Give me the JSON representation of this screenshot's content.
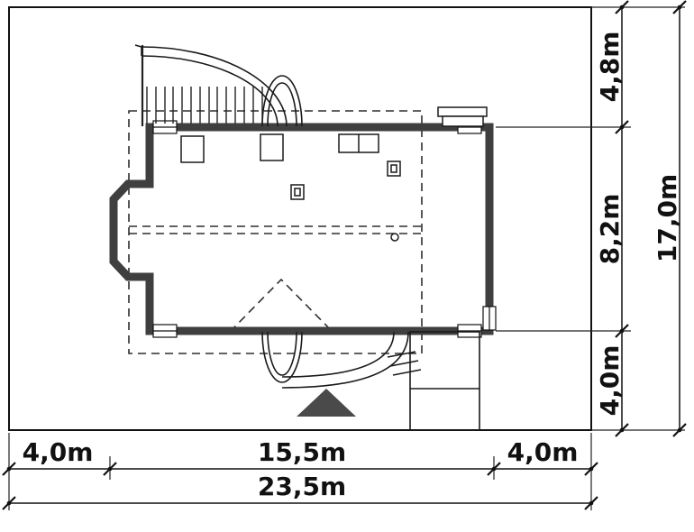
{
  "labels": {
    "bottom": {
      "left_setback": "4,0m",
      "building_width": "15,5m",
      "right_setback": "4,0m",
      "total_width": "23,5m"
    },
    "right": {
      "top_setback": "4,8m",
      "building_depth": "8,2m",
      "bottom_setback": "4,0m",
      "total_depth": "17,0m"
    }
  },
  "colors": {
    "background": "#ffffff",
    "wall": "#3f3f3f",
    "line": "#1a1a1a",
    "marker_fill": "#4a4a4a"
  }
}
